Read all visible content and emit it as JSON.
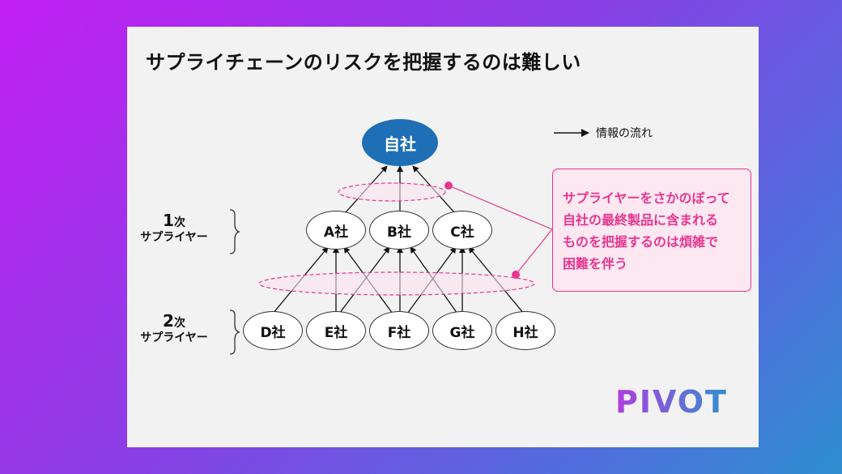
{
  "title": "サプライチェーンのリスクを把握するのは難しい",
  "legend": {
    "label": "情報の流れ"
  },
  "nodes": {
    "self": "自社",
    "tier1": [
      "A社",
      "B社",
      "C社"
    ],
    "tier2": [
      "D社",
      "E社",
      "F社",
      "G社",
      "H社"
    ]
  },
  "tiers": {
    "tier1": {
      "number": "1",
      "suffix": "次",
      "text": "サプライヤー"
    },
    "tier2": {
      "number": "2",
      "suffix": "次",
      "text": "サプライヤー"
    }
  },
  "callout": {
    "lines": [
      "サプライヤーをさかのぼって",
      "自社の最終製品に含まれる",
      "ものを把握するのは煩雑で",
      "困難を伴う"
    ]
  },
  "logo": {
    "text": "PIVOT"
  },
  "colors": {
    "self_node": "#1f6fb6",
    "accent": "#e8368f",
    "logo_purple": "#b03de0",
    "logo_blue": "#2f8fd0"
  }
}
